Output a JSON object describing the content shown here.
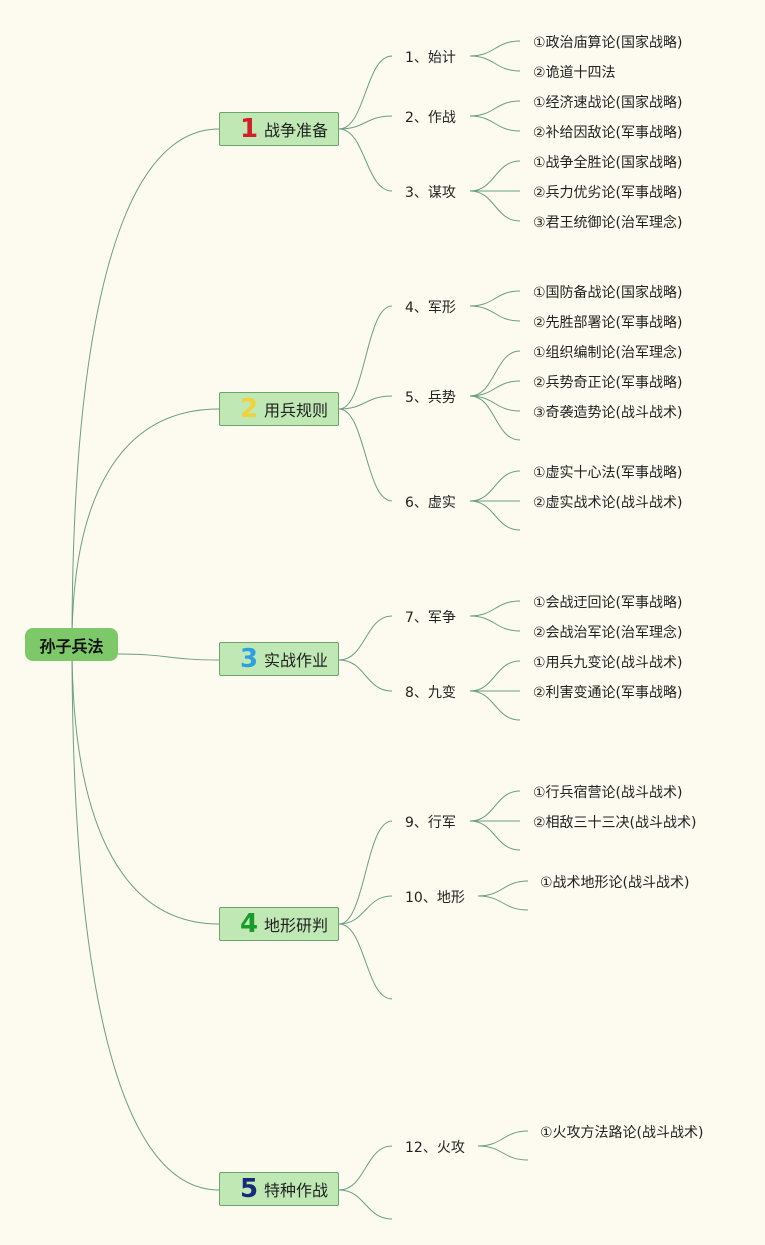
{
  "root": "孙子兵法",
  "colors": {
    "line": "#6a9f80",
    "num1": "#d0202a",
    "num2": "#f2d23a",
    "num3": "#2da0e0",
    "num4": "#1a9a2a",
    "num5": "#1a2a7a"
  },
  "branches": [
    {
      "num": "1",
      "label": "战争准备",
      "subs": [
        {
          "label": "1、始计",
          "leaves": [
            "①政治庙算论(国家战略)",
            "②诡道十四法"
          ]
        },
        {
          "label": "2、作战",
          "leaves": [
            "①经济速战论(国家战略)",
            "②补给因敌论(军事战略)"
          ]
        },
        {
          "label": "3、谋攻",
          "leaves": [
            "①战争全胜论(国家战略)",
            "②兵力优劣论(军事战略)",
            "③君王统御论(治军理念)"
          ]
        }
      ]
    },
    {
      "num": "2",
      "label": "用兵规则",
      "subs": [
        {
          "label": "4、军形",
          "leaves": [
            "①国防备战论(国家战略)",
            "②先胜部署论(军事战略)"
          ]
        },
        {
          "label": "5、兵势",
          "leaves": [
            "①组织编制论(治军理念)",
            "②兵势奇正论(军事战略)",
            "③奇袭造势论(战斗战术)",
            ""
          ]
        },
        {
          "label": "6、虚实",
          "leaves": [
            "①虚实十心法(军事战略)",
            "②虚实战术论(战斗战术)",
            ""
          ]
        }
      ]
    },
    {
      "num": "3",
      "label": "实战作业",
      "subs": [
        {
          "label": "7、军争",
          "leaves": [
            "①会战迂回论(军事战略)",
            "②会战治军论(治军理念)"
          ]
        },
        {
          "label": "8、九变",
          "leaves": [
            "①用兵九变论(战斗战术)",
            "②利害变通论(军事战略)",
            ""
          ]
        }
      ]
    },
    {
      "num": "4",
      "label": "地形研判",
      "subs": [
        {
          "label": "9、行军",
          "leaves": [
            "①行兵宿营论(战斗战术)",
            "②相敌三十三决(战斗战术)",
            ""
          ]
        },
        {
          "label": "10、地形",
          "leaves": [
            "①战术地形论(战斗战术)",
            ""
          ]
        },
        {
          "label": "",
          "leaves": []
        }
      ]
    },
    {
      "num": "5",
      "label": "特种作战",
      "subs": [
        {
          "label": "12、火攻",
          "leaves": [
            "①火攻方法路论(战斗战术)",
            ""
          ]
        },
        {
          "label": "",
          "leaves": []
        }
      ]
    }
  ]
}
